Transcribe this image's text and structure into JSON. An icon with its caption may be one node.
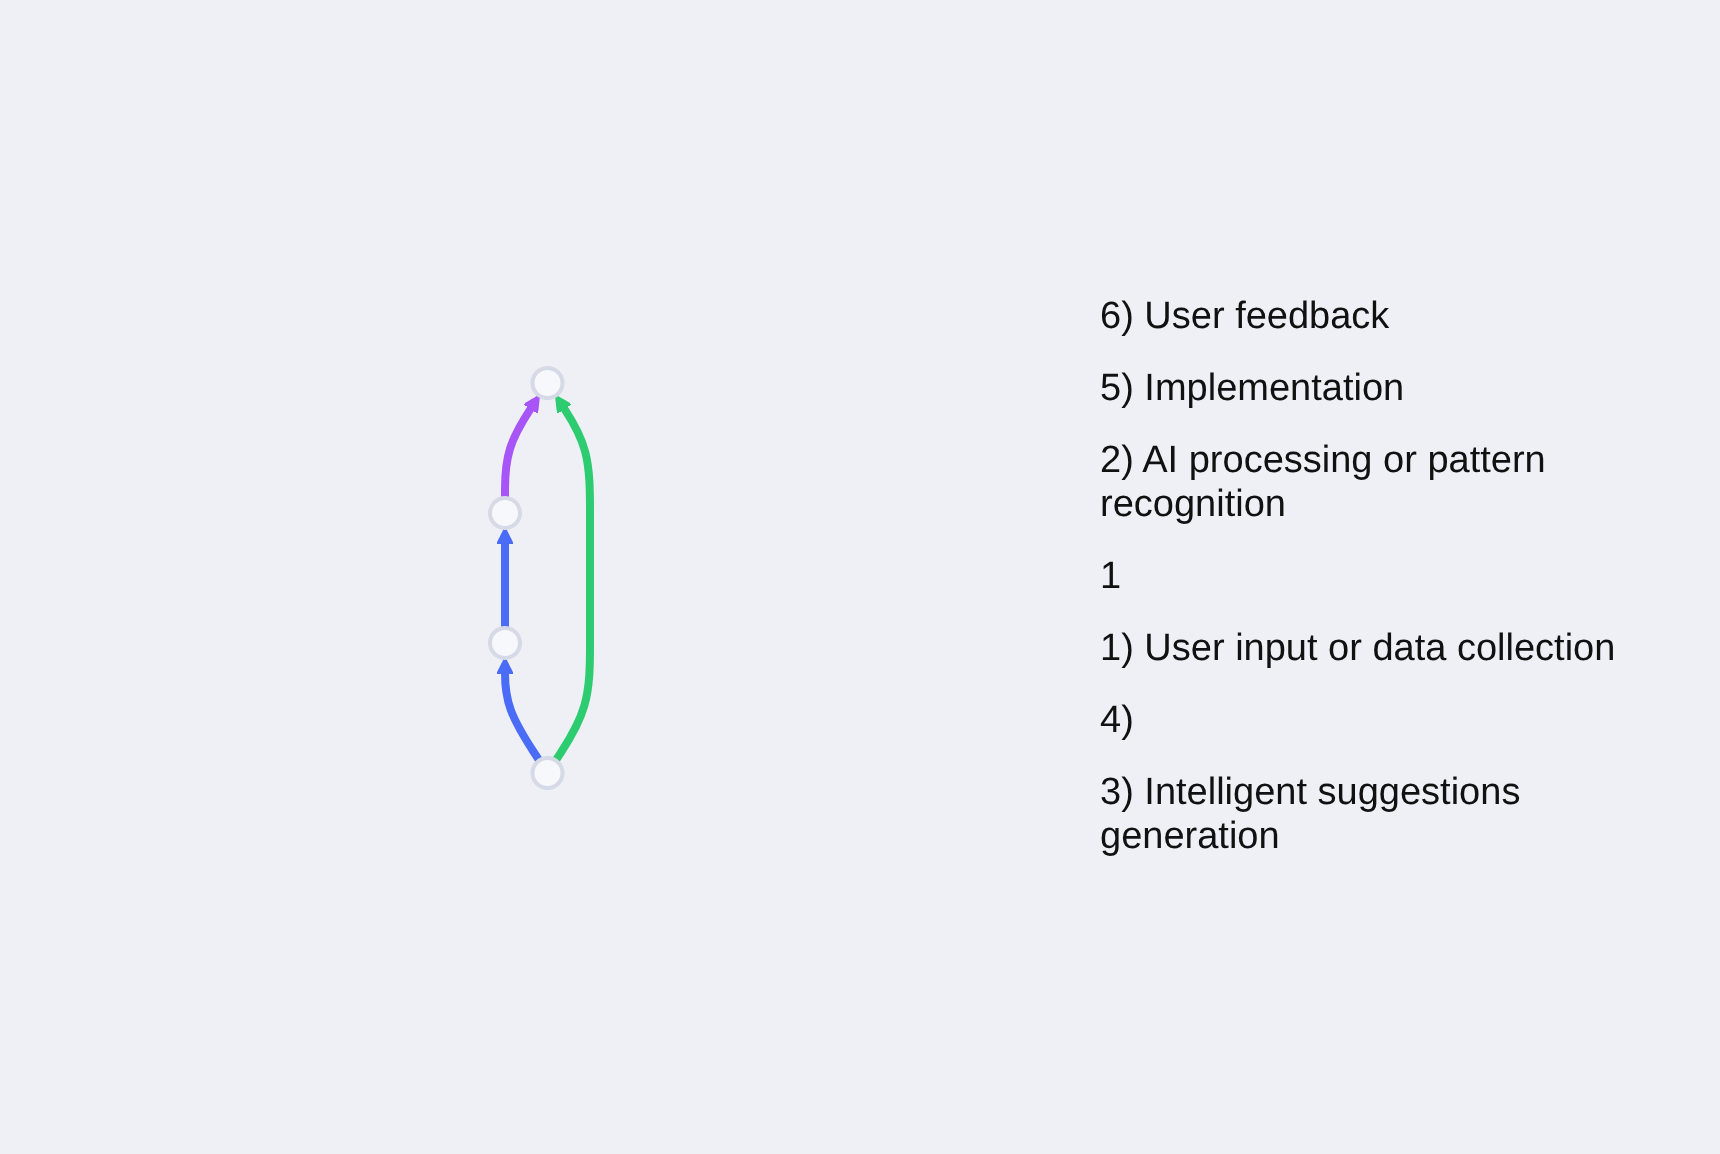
{
  "diagram": {
    "nodes": [
      {
        "text": [],
        "shape": "circle"
      },
      {
        "text": [],
        "shape": "circle"
      },
      {
        "text": [],
        "shape": "circle"
      },
      {
        "text": [],
        "shape": "circle"
      }
    ],
    "edges": [
      {
        "from": 3,
        "to": 1,
        "arrow": "to"
      },
      {
        "from": 1,
        "to": 0,
        "arrow": "to"
      },
      {
        "from": 0,
        "to": 2,
        "arrow": "to",
        "color": "#a855f7"
      },
      {
        "from": 3,
        "to": 2,
        "arrow": "to",
        "color": "#2ecc71"
      }
    ],
    "labels": [
      "6) User feedback",
      "5) Implementation",
      "2) AI processing or pattern recognition",
      "1",
      "1) User input or data collection",
      "4)",
      "3) Intelligent suggestions generation"
    ]
  }
}
